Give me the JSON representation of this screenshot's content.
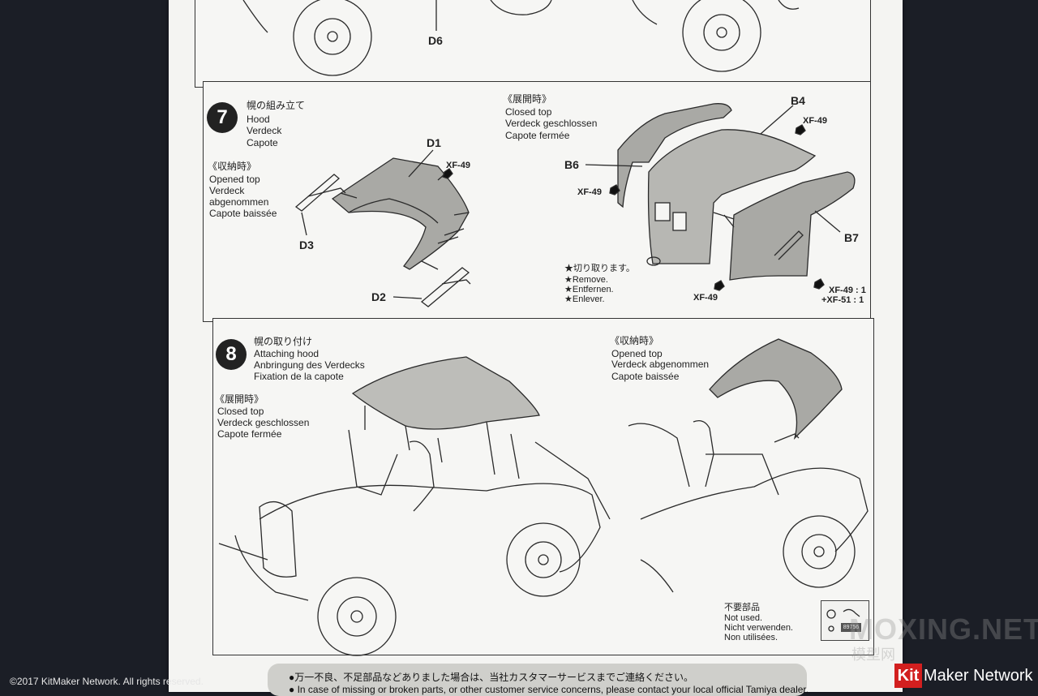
{
  "step_prev": {
    "part_label": "D6"
  },
  "step7": {
    "number": "7",
    "title_jp": "幌の組み立て",
    "title_en": "Hood",
    "title_de": "Verdeck",
    "title_fr": "Capote",
    "opened_jp": "《収納時》",
    "opened_en": "Opened top",
    "opened_de1": "Verdeck",
    "opened_de2": "abgenommen",
    "opened_fr": "Capote baissée",
    "closed_jp": "《展開時》",
    "closed_en": "Closed top",
    "closed_de": "Verdeck geschlossen",
    "closed_fr": "Capote fermée",
    "parts": {
      "d1": "D1",
      "d2": "D2",
      "d3": "D3",
      "b4": "B4",
      "b6": "B6",
      "b7": "B7"
    },
    "paint": {
      "d1": "XF-49",
      "b4": "XF-49",
      "b6": "XF-49",
      "b7a": "XF-49",
      "mix1": "XF-49 : 1",
      "mix2": "+XF-51 : 1"
    },
    "remove": {
      "jp": "★切り取ります。",
      "en": "★Remove.",
      "de": "★Entfernen.",
      "fr": "★Enlever."
    }
  },
  "step8": {
    "number": "8",
    "title_jp": "幌の取り付け",
    "title_en": "Attaching hood",
    "title_de": "Anbringung des Verdecks",
    "title_fr": "Fixation de la capote",
    "closed_jp": "《展開時》",
    "closed_en": "Closed top",
    "closed_de": "Verdeck geschlossen",
    "closed_fr": "Capote fermée",
    "opened_jp": "《収納時》",
    "opened_en": "Opened top",
    "opened_de": "Verdeck abgenommen",
    "opened_fr": "Capote baissée",
    "notused_jp": "不要部品",
    "notused_en": "Not used.",
    "notused_de": "Nicht verwenden.",
    "notused_fr": "Non utilisées.",
    "notused_part": "89756"
  },
  "footer": {
    "line1": "●万一不良、不足部品などありました場合は、当社カスタマーサービスまでご連絡ください。",
    "line2": "● In case of missing or broken parts, or other customer service concerns, please contact your local official Tamiya dealer."
  },
  "overlay": {
    "copyright": "©2017 KitMaker Network. All rights reserved.",
    "watermark": "MOXING.NET",
    "watermark_cn": "模型网",
    "brand_kit": "Kit",
    "brand_rest": "Maker Network"
  },
  "colors": {
    "background": "#1b1e26",
    "paper": "#f4f4f2",
    "part_fill": "#a9a9a5",
    "brand_red": "#d21f1f"
  }
}
